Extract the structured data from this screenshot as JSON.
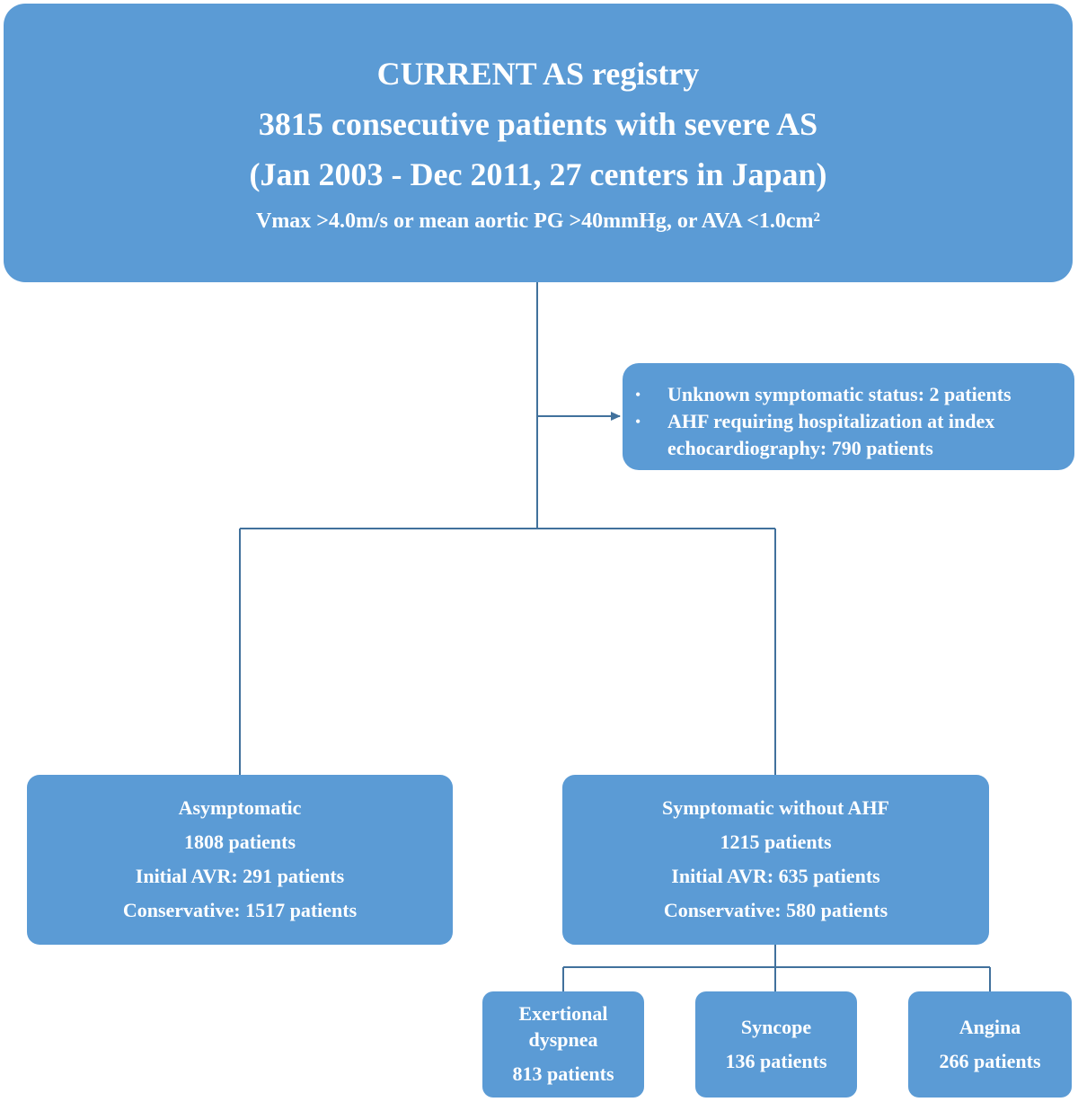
{
  "registry": {
    "title": "CURRENT AS registry",
    "population": "3815 consecutive patients with severe AS",
    "period": "(Jan 2003 - Dec 2011, 27 centers in Japan)",
    "criteria": "Vmax >4.0m/s or mean aortic PG >40mmHg, or AVA <1.0cm",
    "criteria_superscript": "2"
  },
  "excluded": {
    "items": [
      "Unknown symptomatic status: 2 patients",
      "AHF requiring hospitalization at index",
      "echocardiography: 790 patients"
    ],
    "bullet": "•"
  },
  "asymptomatic": {
    "title": "Asymptomatic",
    "count": "1808 patients",
    "initial_avr": "Initial AVR: 291 patients",
    "conservative": "Conservative: 1517 patients"
  },
  "symptomatic": {
    "title": "Symptomatic without AHF",
    "count": "1215 patients",
    "initial_avr": "Initial AVR: 635 patients",
    "conservative": "Conservative: 580 patients"
  },
  "symptoms": [
    {
      "name_line1": "Exertional",
      "name_line2": "dyspnea",
      "count": "813 patients"
    },
    {
      "name": "Syncope",
      "count": "136 patients"
    },
    {
      "name": "Angina",
      "count": "266 patients"
    }
  ],
  "colors": {
    "box_fill": "#5b9bd5",
    "connector": "#41719c",
    "text": "#ffffff"
  }
}
